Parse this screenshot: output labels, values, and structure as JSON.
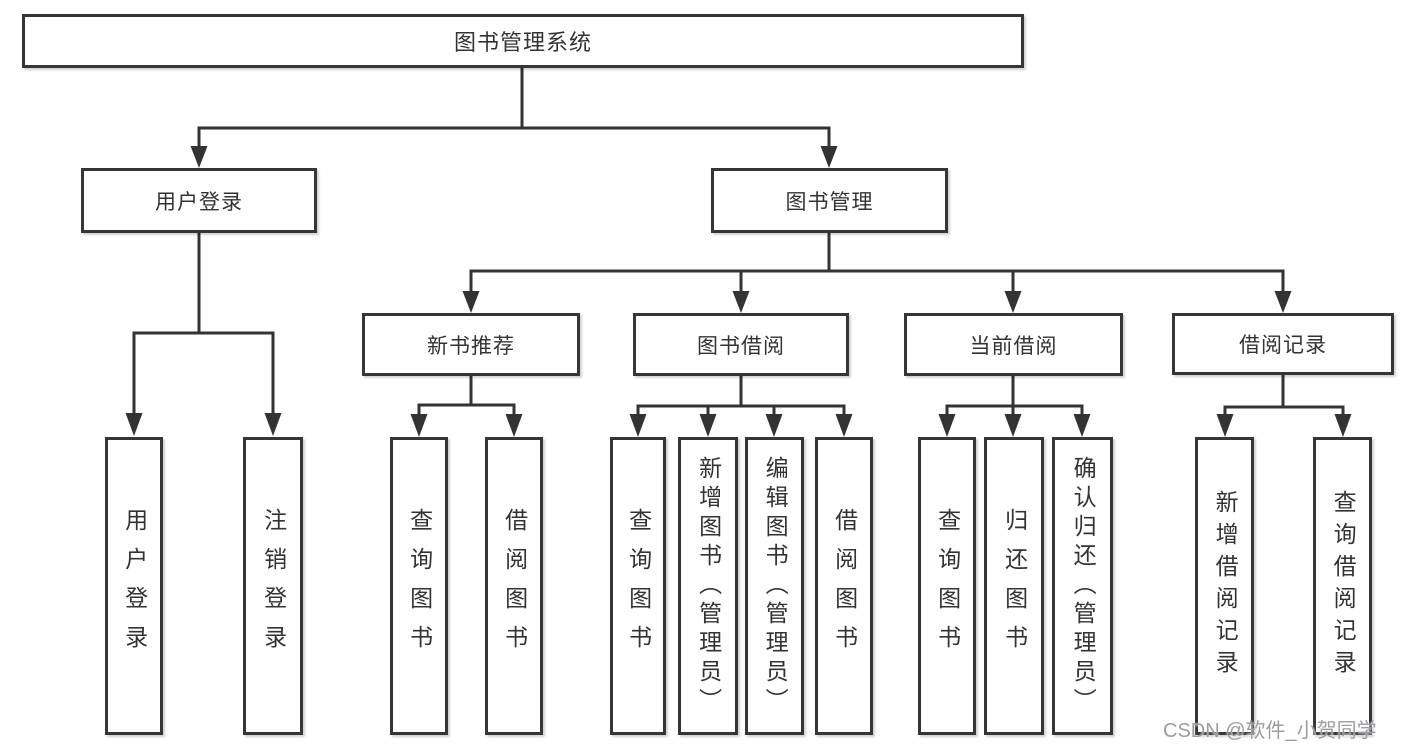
{
  "tree": {
    "root": {
      "label": "图书管理系统"
    },
    "branches": [
      {
        "label": "用户登录",
        "leaves": [
          {
            "label": "用户登录"
          },
          {
            "label": "注销登录"
          }
        ]
      },
      {
        "label": "图书管理",
        "groups": [
          {
            "label": "新书推荐",
            "leaves": [
              {
                "label": "查询图书"
              },
              {
                "label": "借阅图书"
              }
            ]
          },
          {
            "label": "图书借阅",
            "leaves": [
              {
                "label": "查询图书"
              },
              {
                "label": "新增图书（管理员）"
              },
              {
                "label": "编辑图书（管理员）"
              },
              {
                "label": "借阅图书"
              }
            ]
          },
          {
            "label": "当前借阅",
            "leaves": [
              {
                "label": "查询图书"
              },
              {
                "label": "归还图书"
              },
              {
                "label": "确认归还（管理员）"
              }
            ]
          },
          {
            "label": "借阅记录",
            "leaves": [
              {
                "label": "新增借阅记录"
              },
              {
                "label": "查询借阅记录"
              }
            ]
          }
        ]
      }
    ]
  },
  "watermark": {
    "text": "CSDN @软件_小贺同学"
  },
  "colors": {
    "line": "#333333",
    "border": "#363636",
    "text": "#333333",
    "watermark": "#9d9da1",
    "background": "#ffffff"
  }
}
